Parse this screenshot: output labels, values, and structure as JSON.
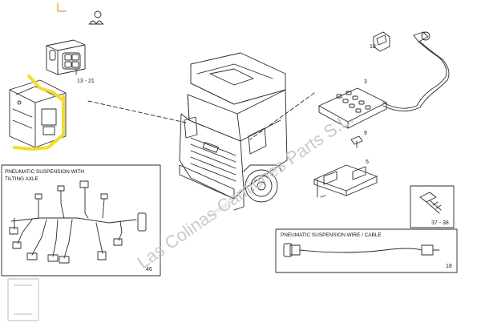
{
  "callouts": {
    "switch": "13 - 21",
    "clip": "19",
    "remote": "3",
    "bolt": "9",
    "bracket": "5",
    "box_left": "46",
    "screw": "37 - 38",
    "box_right": "18"
  },
  "panels": {
    "left_title_line1": "PNEUMATIC SUSPENSION WITH",
    "left_title_line2": "TILTING AXLE",
    "right_title": "PNEUMATIC SUSPENSION WIRE / CABLE"
  },
  "watermark": {
    "text": "Las Colinas Camiones Parts S.L.",
    "url": "eurotrucks"
  },
  "colors": {
    "highlight": "#f2dc2a",
    "line": "#2a2a2a",
    "watermark": "#c9c9c9"
  }
}
